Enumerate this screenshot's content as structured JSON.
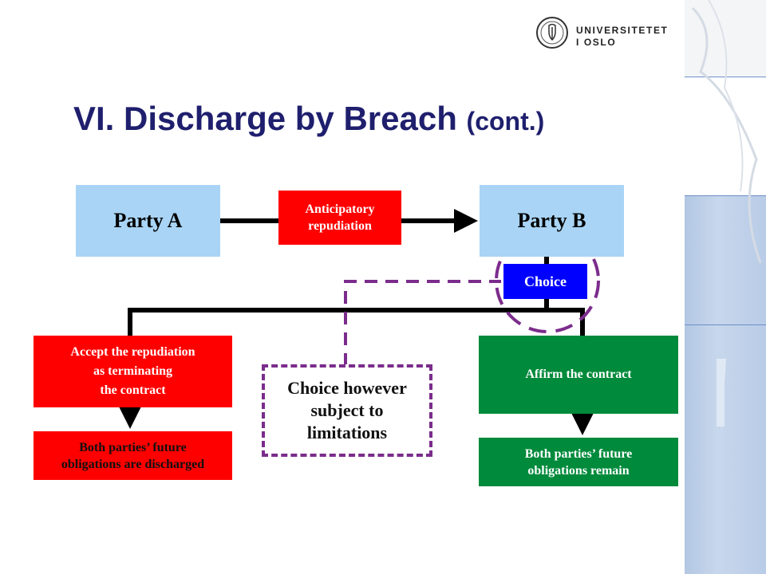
{
  "header": {
    "title_main": "VI. Discharge by Breach",
    "title_suffix": "(cont.)",
    "logo_line1": "UNIVERSITETET",
    "logo_line2": "I OSLO"
  },
  "diagram": {
    "party_a": "Party A",
    "party_b": "Party B",
    "anticipatory": "Anticipatory repudiation",
    "choice": "Choice",
    "accept": [
      "Accept the repudiation",
      "as terminating",
      "the contract"
    ],
    "accept_outcome": [
      "Both parties’ future",
      "obligations are discharged"
    ],
    "affirm": "Affirm the contract",
    "affirm_outcome": [
      "Both parties’ future",
      "obligations remain"
    ],
    "limitations": [
      "Choice however",
      "subject to",
      "limitations"
    ]
  },
  "colors": {
    "title": "#1f1f6e",
    "party": "#a9d4f5",
    "red": "#ff0000",
    "green": "#008a3b",
    "blue": "#0000ff",
    "dashed": "#7b2c8c"
  }
}
